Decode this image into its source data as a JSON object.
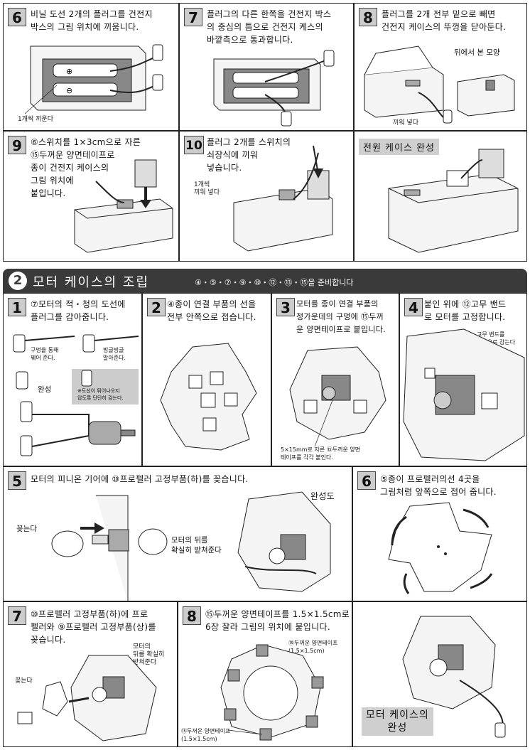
{
  "top": {
    "s6": {
      "num": "6",
      "text": "비닐 도선 2개의 플러그를 건전지\n박스의 그림 위치에 끼웁니다.",
      "label": "1개씩 끼운다"
    },
    "s7": {
      "num": "7",
      "text": "플러그의 다른 한쪽을 건전지 박스\n의 중심의 틈으로 건전지 케스의\n바깥측으로 통과합니다."
    },
    "s8": {
      "num": "8",
      "text": "플러그를 2개 전부 밑으로 빼면\n건전지 케이스의 뚜껑을 닫아둔다.",
      "label_back": "뒤에서 본 모양",
      "label_insert": "끼워 넣다"
    },
    "s9": {
      "num": "9",
      "text": "⑥스위치를 1×3cm으로 자른\n⑮두꺼운 양면테이프로\n종이 건전지 케이스의\n그림 위치에\n붙입니다."
    },
    "s10": {
      "num": "10",
      "text": "플러그 2개를 스위치의\n쇠장식에 끼워\n넣습니다.",
      "label": "1개씩\n끼워 넣다"
    },
    "done": {
      "label": "전원 케이스 완성"
    }
  },
  "banner": {
    "num": "2",
    "title": "모터 케이스의 조립",
    "parts": "④・⑤・⑦・⑨・⑩・⑫・⑬・⑮을 준비합니다"
  },
  "motor": {
    "s1": {
      "num": "1",
      "text": "⑦모터의 적・청의 도선에\n플러그를 감아줍니다.",
      "label_a": "구멍을 통해\n꿰어 준다.",
      "label_b": "빙글빙글\n말아준다.",
      "label_c": "완성",
      "label_d": "※도선이 튀어나오지\n않도록 단단히 감는다."
    },
    "s2": {
      "num": "2",
      "text": "④종이 연결 부품의 선을\n전부 안쪽으로 접습니다."
    },
    "s3": {
      "num": "3",
      "text": "모터를 종이 연결 부품의\n정가운데의 구멍에 ⑮두꺼\n운 양면테이프로 붙입니다.",
      "label": "5×15mm로 자른 ⑮두꺼운 양면\n테이프를 각각 붙인다."
    },
    "s4": {
      "num": "4",
      "text": "붙인 위에 ⑫고무 밴드\n로 모터를 고정합니다.",
      "label": "고무 밴드를\n이중으로 감는다"
    },
    "s5": {
      "num": "5",
      "text": "모터의 피니온 기어에 ⑩프로펠러 고정부품(하)를 꽂습니다.",
      "label_insert": "꽂는다",
      "label_back": "모터의 뒤를\n확실히 받쳐준다",
      "label_done": "완성도"
    },
    "s6": {
      "num": "6",
      "text": "⑤종이 프로펠러의선 4곳을\n그림처럼 앞쪽으로 접어 줍니다."
    },
    "s7": {
      "num": "7",
      "text": "⑩프로펠러 고정부품(하)에 프로\n펠러와 ⑨프로펠러 고정부품(상)를\n꽂습니다.",
      "label_back": "모터의\n뒤를 확실히\n받쳐준다",
      "label_insert": "꽂는다"
    },
    "s8": {
      "num": "8",
      "text": "⑮두꺼운 양면테이프를 1.5×1.5cm로\n6장 잘라 그림의 위치에 붙입니다.",
      "label_top": "⑮두꺼운 양면테이프\n(1.5×1.5cm)",
      "label_bottom": "⑮두꺼운 양면테이프\n(1.5×1.5cm)"
    },
    "done": {
      "label": "모터 케이스의\n완성"
    }
  }
}
